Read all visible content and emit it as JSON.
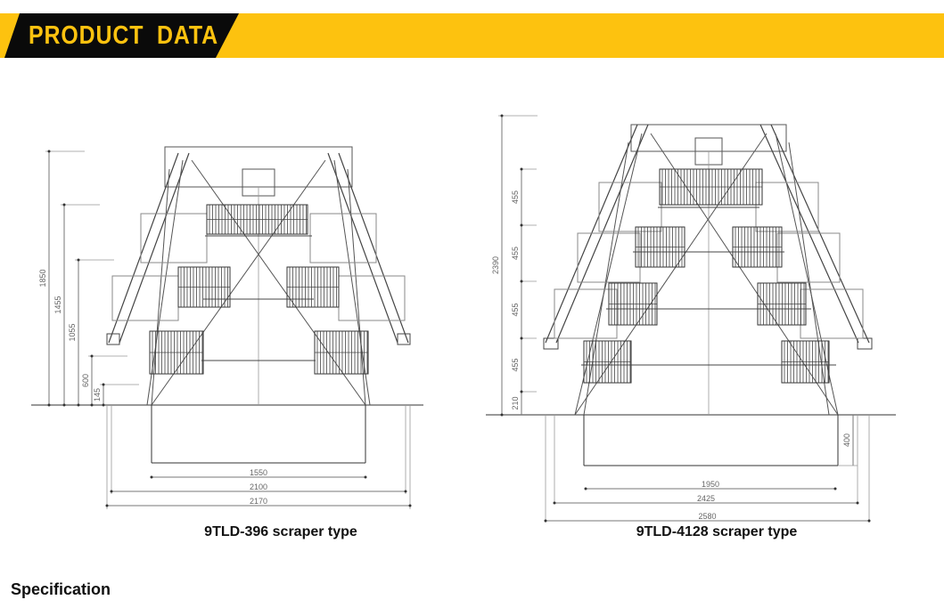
{
  "header": {
    "title": "PRODUCT DATA",
    "band_color": "#fdc20f",
    "title_bg": "#0a0a0a"
  },
  "drawings": [
    {
      "caption": "9TLD-396 scraper type",
      "tiers": 3,
      "vertical_dims": [
        "1850",
        "1455",
        "1055",
        "600",
        "145"
      ],
      "horizontal_dims": [
        "1550",
        "2100",
        "2170"
      ]
    },
    {
      "caption": "9TLD-4128 scraper type",
      "tiers": 4,
      "overall_height": "2390",
      "tier_dims": [
        "455",
        "455",
        "455",
        "455",
        "210"
      ],
      "pit_depth": "400",
      "horizontal_dims": [
        "1950",
        "2425",
        "2580"
      ]
    }
  ],
  "section": {
    "title": "Specification"
  }
}
